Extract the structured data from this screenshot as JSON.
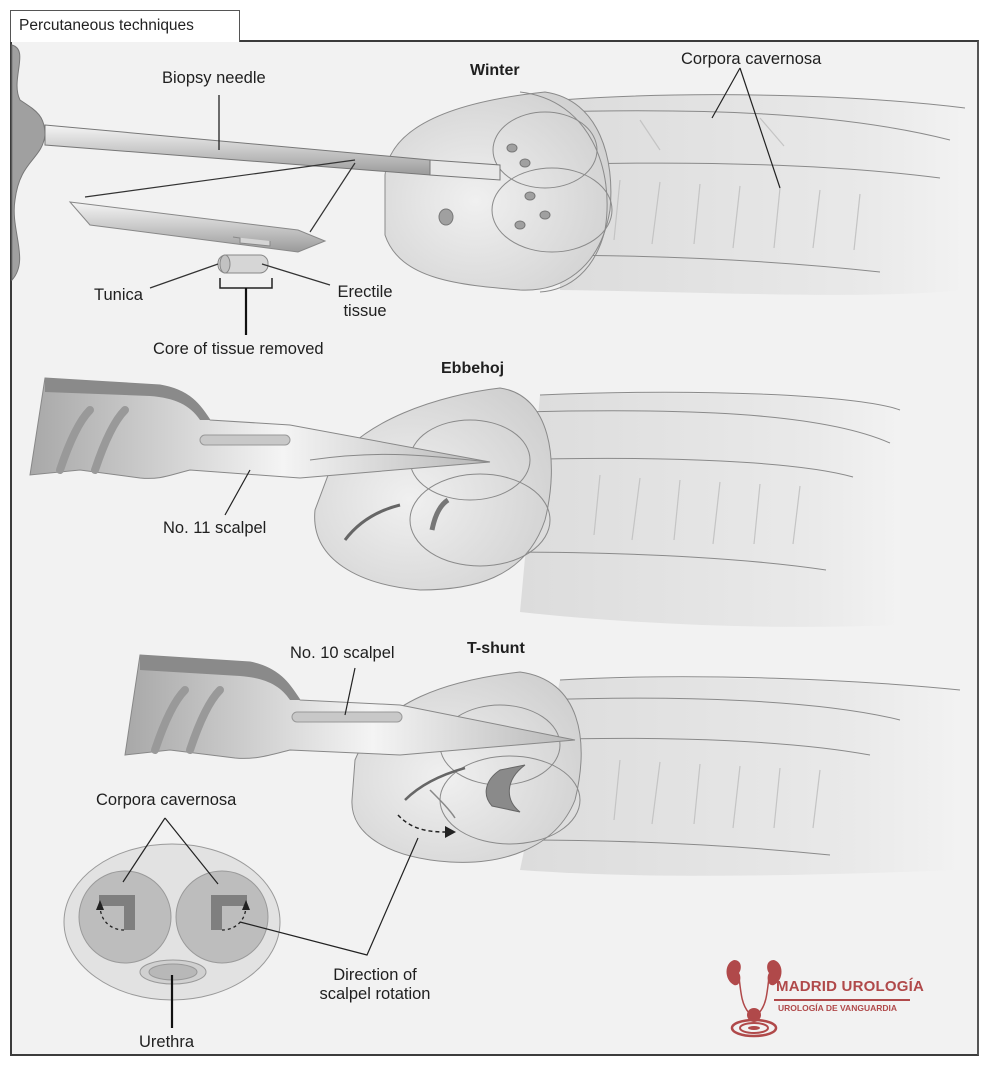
{
  "figure": {
    "tab_title": "Percutaneous techniques",
    "panels": [
      {
        "title": "Winter",
        "labels": {
          "instrument": "Biopsy needle",
          "anatomy": "Corpora cavernosa",
          "tunica": "Tunica",
          "erectile_tissue_line1": "Erectile",
          "erectile_tissue_line2": "tissue",
          "core": "Core of tissue removed"
        }
      },
      {
        "title": "Ebbehoj",
        "labels": {
          "instrument": "No. 11 scalpel"
        }
      },
      {
        "title": "T-shunt",
        "labels": {
          "instrument": "No. 10 scalpel",
          "cross_section_anatomy": "Corpora cavernosa",
          "urethra": "Urethra",
          "rotation_line1": "Direction of",
          "rotation_line2": "scalpel rotation"
        }
      }
    ]
  },
  "watermark": {
    "name": "MADRID UROLOGÍA",
    "tagline": "UROLOGÍA DE VANGUARDIA",
    "icon": "kidneys-bladder-icon",
    "color": "#b0494a"
  },
  "colors": {
    "background": "#f2f2f2",
    "frame_border": "#3c3c3c",
    "tissue_fill": "#e4e4e4",
    "line": "#8a8a8a",
    "instrument_dark": "#7a7a7a"
  }
}
